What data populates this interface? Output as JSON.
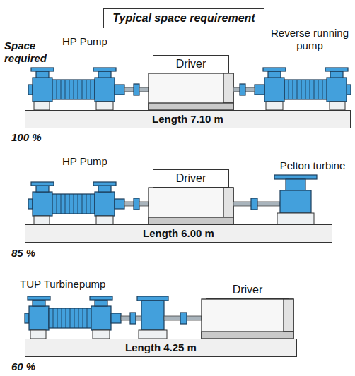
{
  "diagram": {
    "title": "Typical space requirement",
    "nodes": [
      {
        "text": [
          "Driver"
        ]
      },
      {
        "text": [
          "Length 7.10 m"
        ]
      },
      {
        "text": [
          "Driver"
        ]
      },
      {
        "text": [
          "Length 6.00 m"
        ]
      },
      {
        "text": [
          "Driver"
        ]
      },
      {
        "text": [
          "Length 4.25 m"
        ]
      }
    ],
    "labels": [
      "Space required",
      "HP Pump",
      "Reverse running pump",
      "100 %",
      "HP Pump",
      "Pelton turbine",
      "85 %",
      "TUP Turbinepump",
      "60 %"
    ]
  }
}
